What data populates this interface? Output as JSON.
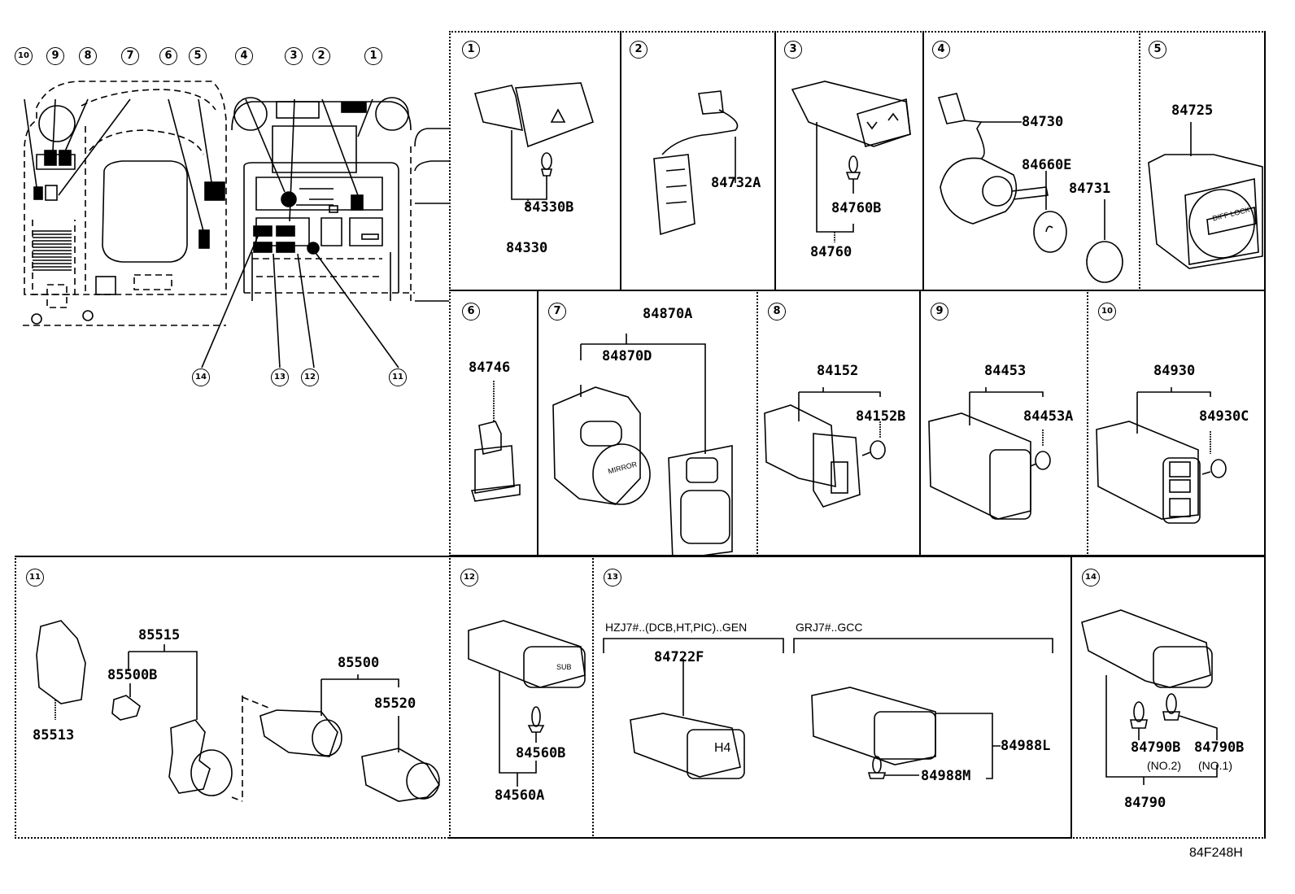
{
  "diagram": {
    "type": "parts-diagram",
    "code": "84F248H",
    "overview": {
      "callouts": [
        "1",
        "2",
        "3",
        "4",
        "5",
        "6",
        "7",
        "8",
        "9",
        "10",
        "11",
        "12",
        "13",
        "14"
      ]
    },
    "panels": {
      "p1": {
        "num": "1",
        "parts": [
          "84330B",
          "84330"
        ]
      },
      "p2": {
        "num": "2",
        "parts": [
          "84732A"
        ]
      },
      "p3": {
        "num": "3",
        "parts": [
          "84760B",
          "84760"
        ]
      },
      "p4": {
        "num": "4",
        "parts": [
          "84730",
          "84660E",
          "84731"
        ]
      },
      "p5": {
        "num": "5",
        "parts": [
          "84725"
        ],
        "label": "DIFF LOCK"
      },
      "p6": {
        "num": "6",
        "parts": [
          "84746"
        ]
      },
      "p7": {
        "num": "7",
        "parts": [
          "84870A",
          "84870D"
        ],
        "label": "MIRROR"
      },
      "p8": {
        "num": "8",
        "parts": [
          "84152",
          "84152B"
        ]
      },
      "p9": {
        "num": "9",
        "parts": [
          "84453",
          "84453A"
        ]
      },
      "p10": {
        "num": "10",
        "parts": [
          "84930",
          "84930C"
        ]
      },
      "p11": {
        "num": "11",
        "parts": [
          "85515",
          "85500B",
          "85513",
          "85500",
          "85520"
        ]
      },
      "p12": {
        "num": "12",
        "parts": [
          "84560B",
          "84560A"
        ],
        "label": "SUB"
      },
      "p13": {
        "num": "13",
        "parts": [
          "84722F",
          "84988L",
          "84988M"
        ],
        "variant_a": "HZJ7#..(DCB,HT,PIC)..GEN",
        "variant_b": "GRJ7#..GCC",
        "label": "H4"
      },
      "p14": {
        "num": "14",
        "parts": [
          "84790B",
          "84790B",
          "84790"
        ],
        "sub1": "(NO.2)",
        "sub2": "(NO.1)"
      }
    }
  }
}
